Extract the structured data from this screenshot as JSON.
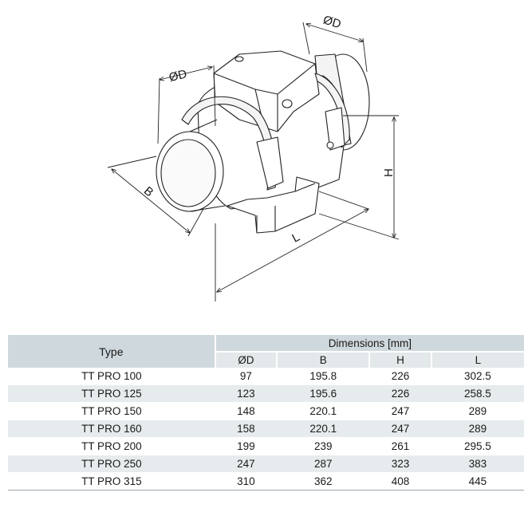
{
  "drawing": {
    "labels": {
      "od_top": "ØD",
      "od_left": "ØD",
      "b": "B",
      "l": "L",
      "h": "H"
    },
    "colors": {
      "stroke": "#222222",
      "fill": "#ffffff",
      "shade": "#f2f2f2"
    }
  },
  "table": {
    "type_header": "Type",
    "group_header": "Dimensions [mm]",
    "columns": [
      "ØD",
      "B",
      "H",
      "L"
    ],
    "rows": [
      {
        "type": "TT PRO 100",
        "values": [
          "97",
          "195.8",
          "226",
          "302.5"
        ]
      },
      {
        "type": "TT PRO 125",
        "values": [
          "123",
          "195.6",
          "226",
          "258.5"
        ]
      },
      {
        "type": "TT PRO 150",
        "values": [
          "148",
          "220.1",
          "247",
          "289"
        ]
      },
      {
        "type": "TT PRO 160",
        "values": [
          "158",
          "220.1",
          "247",
          "289"
        ]
      },
      {
        "type": "TT PRO 200",
        "values": [
          "199",
          "239",
          "261",
          "295.5"
        ]
      },
      {
        "type": "TT PRO 250",
        "values": [
          "247",
          "287",
          "323",
          "383"
        ]
      },
      {
        "type": "TT PRO 315",
        "values": [
          "310",
          "362",
          "408",
          "445"
        ]
      }
    ],
    "colors": {
      "header": "#cfd8dc",
      "subheader": "#e3e8ea",
      "stripe": "#e6ebed"
    }
  }
}
